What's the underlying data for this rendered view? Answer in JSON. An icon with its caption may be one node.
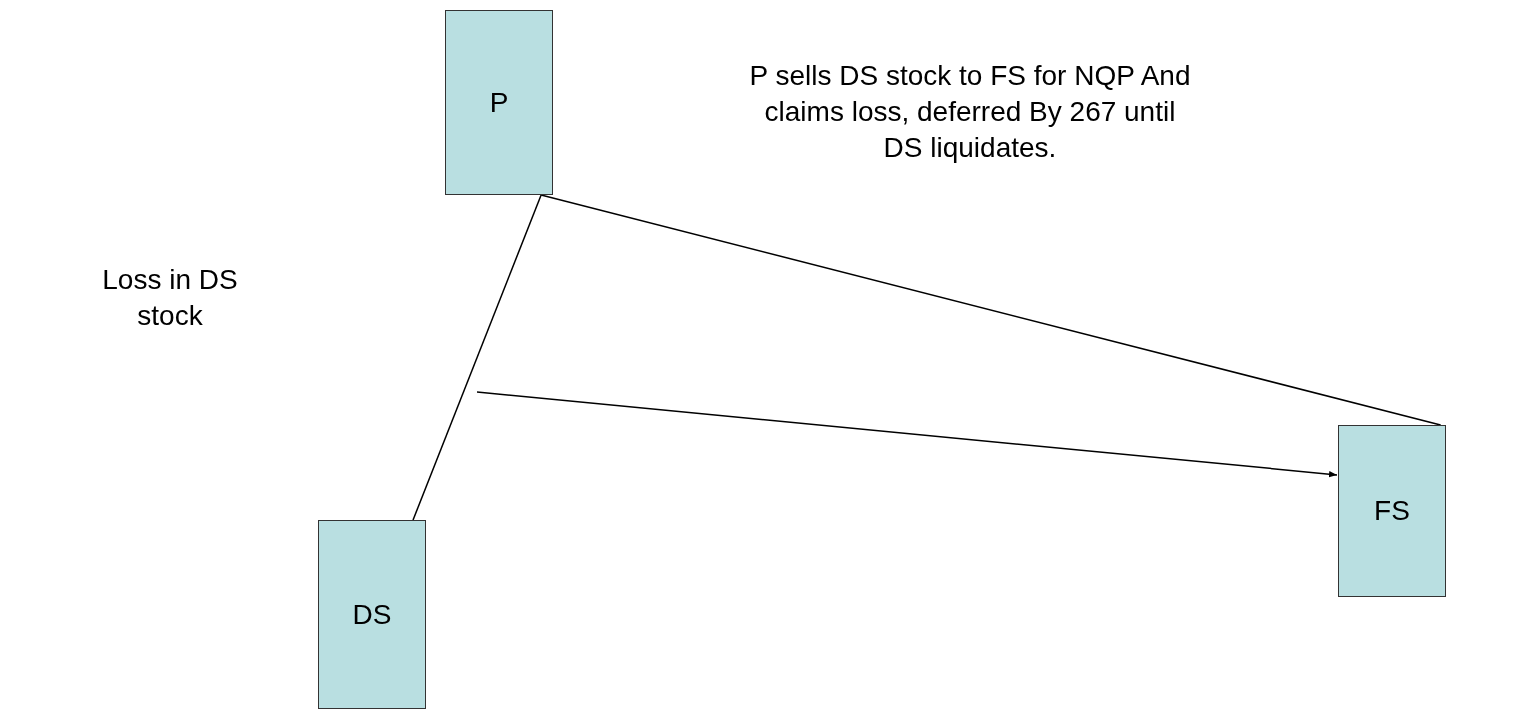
{
  "diagram": {
    "nodes": [
      {
        "text": [
          "P"
        ]
      },
      {
        "text": [
          "DS"
        ]
      },
      {
        "text": [
          "FS"
        ]
      }
    ],
    "edges": [
      {
        "from": 0,
        "to": 1,
        "arrow": "none"
      },
      {
        "from": 0,
        "to": 2,
        "arrow": "none"
      },
      {
        "from": null,
        "to": 2,
        "arrow": "to"
      }
    ],
    "labels": [
      "Loss in DS stock",
      "P sells DS stock to FS for NQP And claims loss, deferred By 267 until DS liquidates."
    ]
  }
}
